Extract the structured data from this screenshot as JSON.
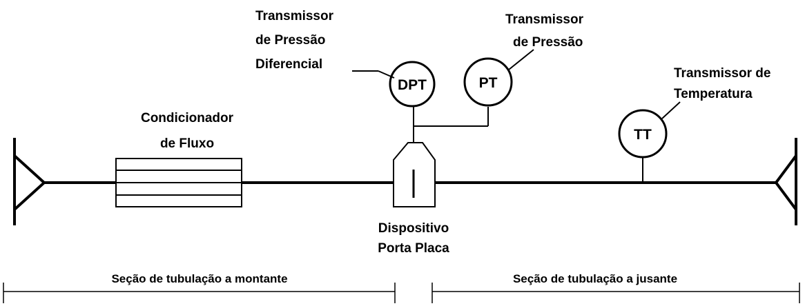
{
  "labels": {
    "dpt_line1": "Transmissor",
    "dpt_line2": "de Pressão",
    "dpt_line3": "Diferencial",
    "pt_line1": "Transmissor",
    "pt_line2": "de Pressão",
    "tt_line1": "Transmissor de",
    "tt_line2": "Temperatura",
    "cond_line1": "Condicionador",
    "cond_line2": "de Fluxo",
    "device_line1": "Dispositivo",
    "device_line2": "Porta Placa"
  },
  "instruments": {
    "dpt": "DPT",
    "pt": "PT",
    "tt": "TT"
  },
  "sections": {
    "upstream": "Seção de tubulação a montante",
    "downstream": "Seção de tubulação a jusante"
  },
  "colors": {
    "line": "#000000",
    "background": "#ffffff"
  }
}
